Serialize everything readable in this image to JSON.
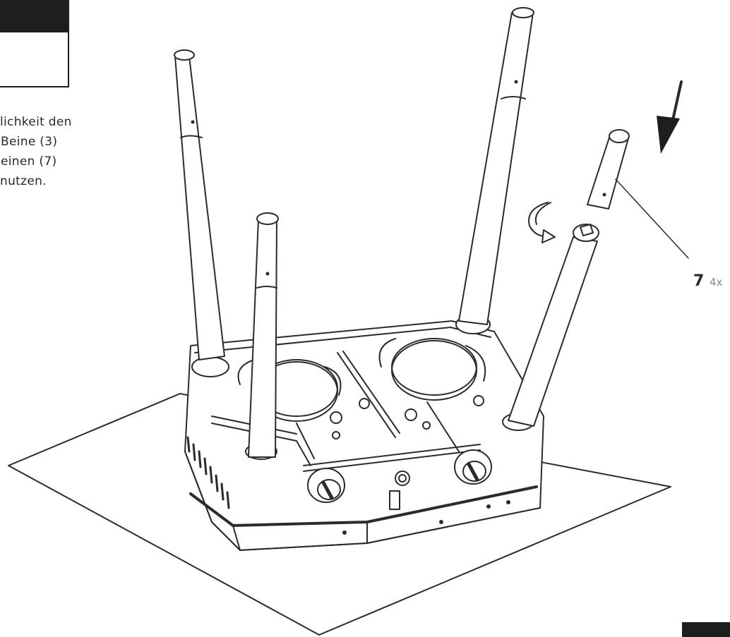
{
  "instructions": {
    "lines": [
      "lichkeit den",
      "Beine (3)",
      "einen (7)",
      "nutzen."
    ]
  },
  "callout": {
    "part_number": "7",
    "quantity": "4x"
  },
  "icons": {
    "arrow": "down-arrow-icon",
    "rotate": "rotate-arrow-icon"
  },
  "colors": {
    "ink": "#1e1e1e",
    "line": "#2b2b2b",
    "paper": "#ffffff"
  }
}
